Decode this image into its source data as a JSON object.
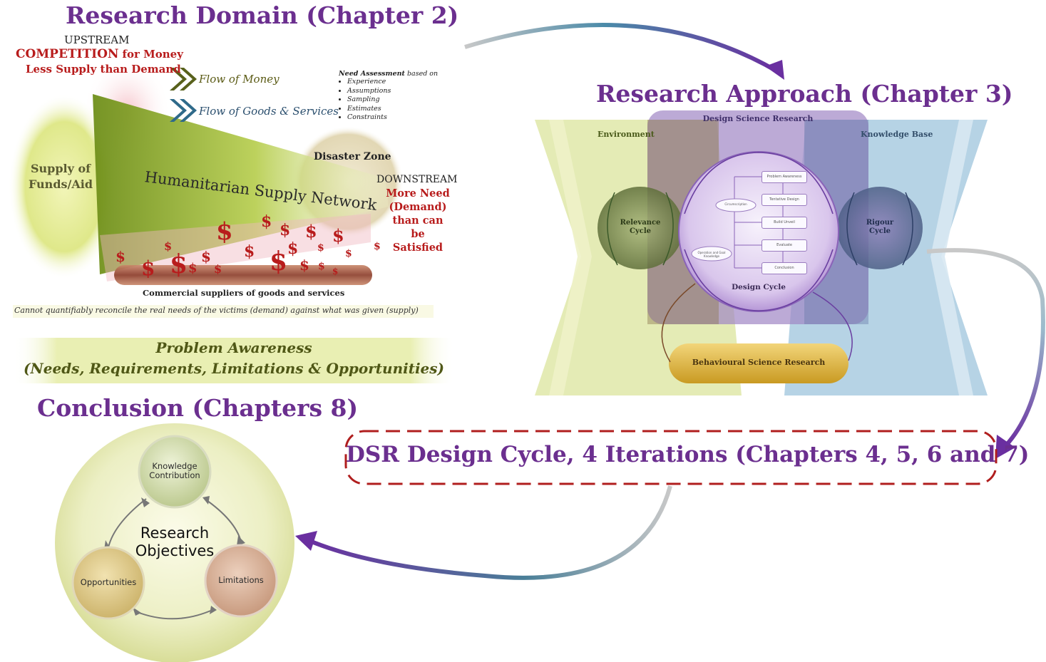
{
  "domain_panel": {
    "title": "Research Domain (Chapter 2)",
    "upstream": "UPSTREAM",
    "competition_bold": "COMPETITION",
    "competition_rest": "for Money",
    "less_supply": "Less Supply than Demand",
    "flow_money": "Flow of Money",
    "flow_goods": "Flow of Goods & Services",
    "need_assessment_bold": "Need Assessment",
    "need_assessment_rest": "based on",
    "need_items": [
      "Experience",
      "Assumptions",
      "Sampling",
      "Estimates",
      "Constraints"
    ],
    "supply_label_1": "Supply of",
    "supply_label_2": "Funds/Aid",
    "network_label": "Humanitarian Supply Network",
    "disaster_zone": "Disaster Zone",
    "downstream": "DOWNSTREAM",
    "more_need": [
      "More Need",
      "(Demand)",
      "than can be",
      "Satisfied"
    ],
    "commercial": "Commercial suppliers of goods and services",
    "cannot_quantify": "Cannot quantifiably reconcile the real needs of the victims (demand) against what was given (supply)",
    "problem_awareness": "Problem Awareness",
    "problem_sub": "(Needs, Requirements, Limitations & Opportunities)"
  },
  "approach_panel": {
    "title": "Research Approach (Chapter 3)",
    "dsr_label": "Design Science Research",
    "environment": "Environment",
    "knowledge_base": "Knowledge Base",
    "relevance_1": "Relevance",
    "relevance_2": "Cycle",
    "rigour_1": "Rigour",
    "rigour_2": "Cycle",
    "design_cycle": "Design Cycle",
    "behavioural": "Behavioural Science Research",
    "steps": [
      "Problem Awareness",
      "Tentative Design",
      "Build Unveil",
      "Evaluate",
      "Conclusion"
    ],
    "left_oval_1": "Circumscription",
    "left_oval_2": "Operation and Goal Knowledge"
  },
  "dsr_box": {
    "label": "DSR Design Cycle, 4 Iterations (Chapters 4, 5, 6 and 7)"
  },
  "conclusion_panel": {
    "title": "Conclusion (Chapters 8)",
    "center_1": "Research",
    "center_2": "Objectives",
    "node_top_1": "Knowledge",
    "node_top_2": "Contribution",
    "node_left": "Opportunities",
    "node_right": "Limitations"
  },
  "colors": {
    "title_purple": "#6b2f8f",
    "alert_red": "#b81c1c",
    "arrow_purple": "#6a2fa0",
    "dashed_red": "#b01e1e"
  }
}
